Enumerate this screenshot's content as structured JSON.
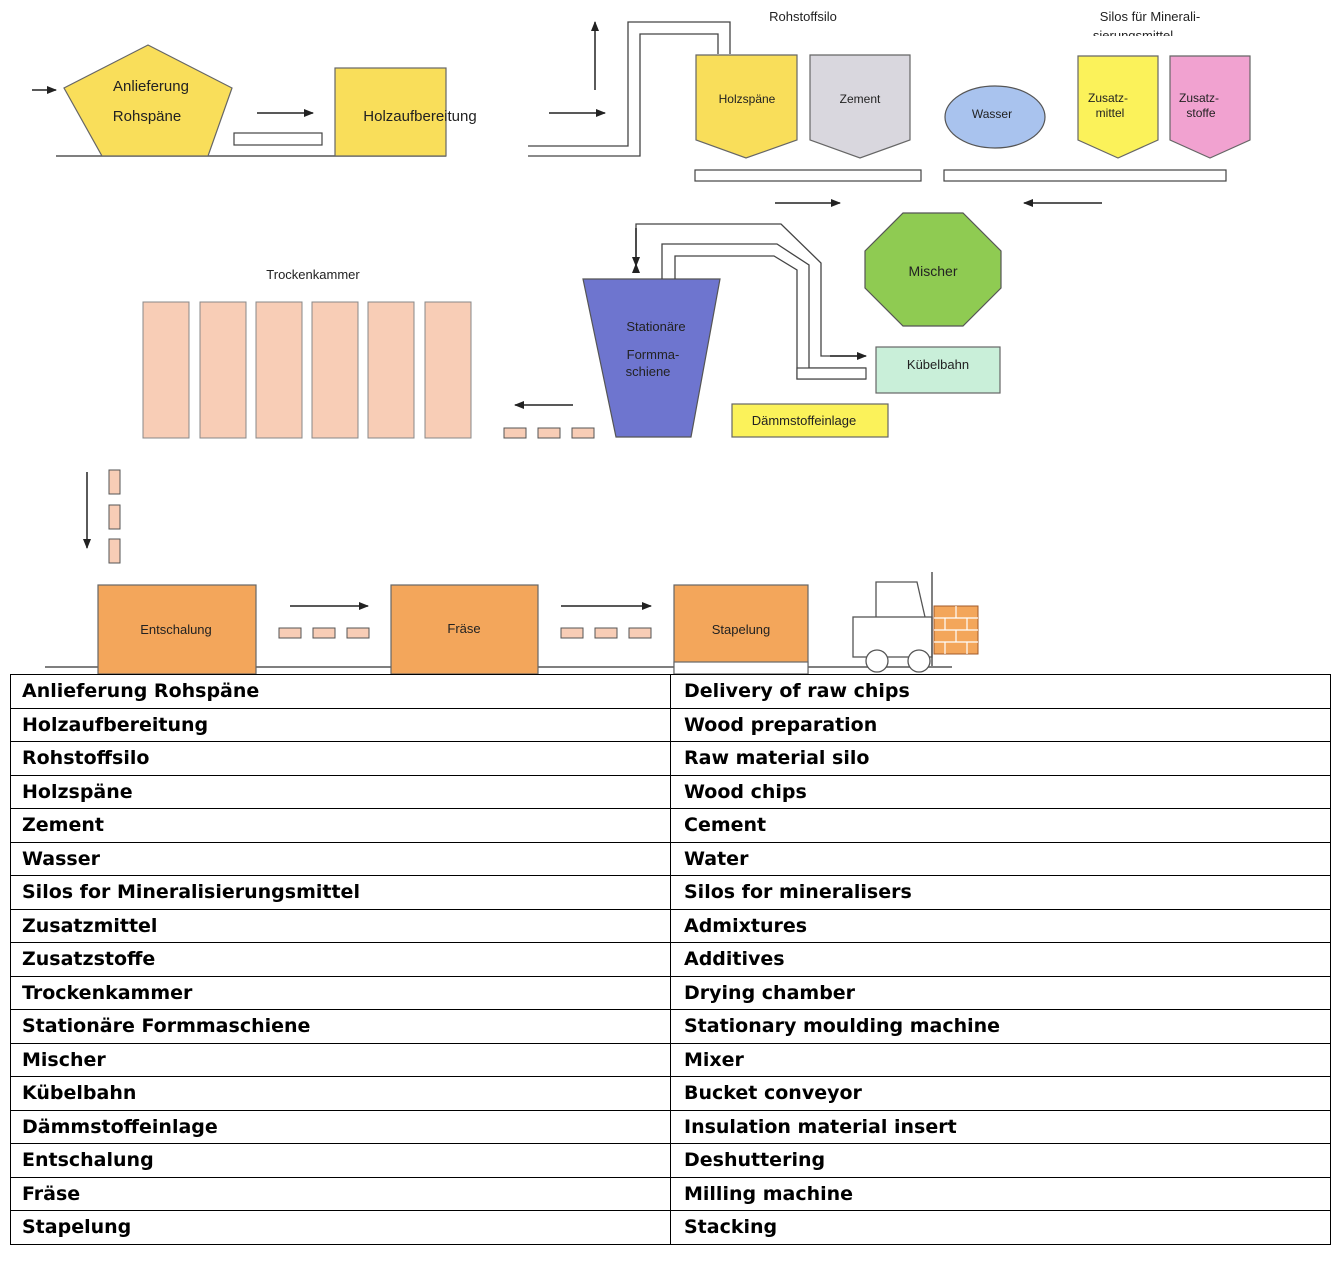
{
  "diagram": {
    "delivery_line1": "Anlieferung",
    "delivery_line2": "Rohspäne",
    "wood_preparation": "Holzaufbereitung",
    "raw_silo_title": "Rohstoffsilo",
    "holzspaene": "Holzspäne",
    "zement": "Zement",
    "wasser": "Wasser",
    "mineral_silo_title_line1": "Silos für Minerali-",
    "mineral_silo_title_line2": "sierungsmittel",
    "zusatzmittel_line1": "Zusatz-",
    "zusatzmittel_line2": "mittel",
    "zusatzstoffe_line1": "Zusatz-",
    "zusatzstoffe_line2": "stoffe",
    "mischer": "Mischer",
    "drying_chamber_title": "Trockenkammer",
    "moulding_line1": "Stationäre",
    "moulding_line2": "Formma-",
    "moulding_line3": "schiene",
    "kuebelbahn": "Kübelbahn",
    "daemmstoff": "Dämmstoffeinlage",
    "entschalung": "Entschalung",
    "fraese": "Fräse",
    "stapelung": "Stapelung"
  },
  "colors": {
    "yellow": "#f9de5a",
    "grey": "#d9d7de",
    "water_blue": "#a9c3ee",
    "pink": "#f1a2d0",
    "green": "#8fcb52",
    "purple_blue": "#6e75cf",
    "mint": "#c9efd9",
    "bright_yellow": "#fbf25a",
    "salmon": "#f8cdb6",
    "orange": "#f3a65b"
  },
  "glossary": [
    {
      "de": "Anlieferung Rohspäne",
      "en": "Delivery of raw chips"
    },
    {
      "de": "Holzaufbereitung",
      "en": "Wood preparation"
    },
    {
      "de": "Rohstoffsilo",
      "en": "Raw material silo"
    },
    {
      "de": "Holzspäne",
      "en": "Wood chips"
    },
    {
      "de": "Zement",
      "en": "Cement"
    },
    {
      "de": "Wasser",
      "en": "Water"
    },
    {
      "de": "Silos for Mineralisierungsmittel",
      "en": "Silos for mineralisers"
    },
    {
      "de": "Zusatzmittel",
      "en": "Admixtures"
    },
    {
      "de": "Zusatzstoffe",
      "en": "Additives"
    },
    {
      "de": "Trockenkammer",
      "en": "Drying chamber"
    },
    {
      "de": "Stationäre Formmaschiene",
      "en": "Stationary moulding machine"
    },
    {
      "de": "Mischer",
      "en": "Mixer"
    },
    {
      "de": "Kübelbahn",
      "en": "Bucket conveyor"
    },
    {
      "de": "Dämmstoffeinlage",
      "en": "Insulation material insert"
    },
    {
      "de": "Entschalung",
      "en": "Deshuttering"
    },
    {
      "de": "Fräse",
      "en": "Milling machine"
    },
    {
      "de": "Stapelung",
      "en": "Stacking"
    }
  ]
}
